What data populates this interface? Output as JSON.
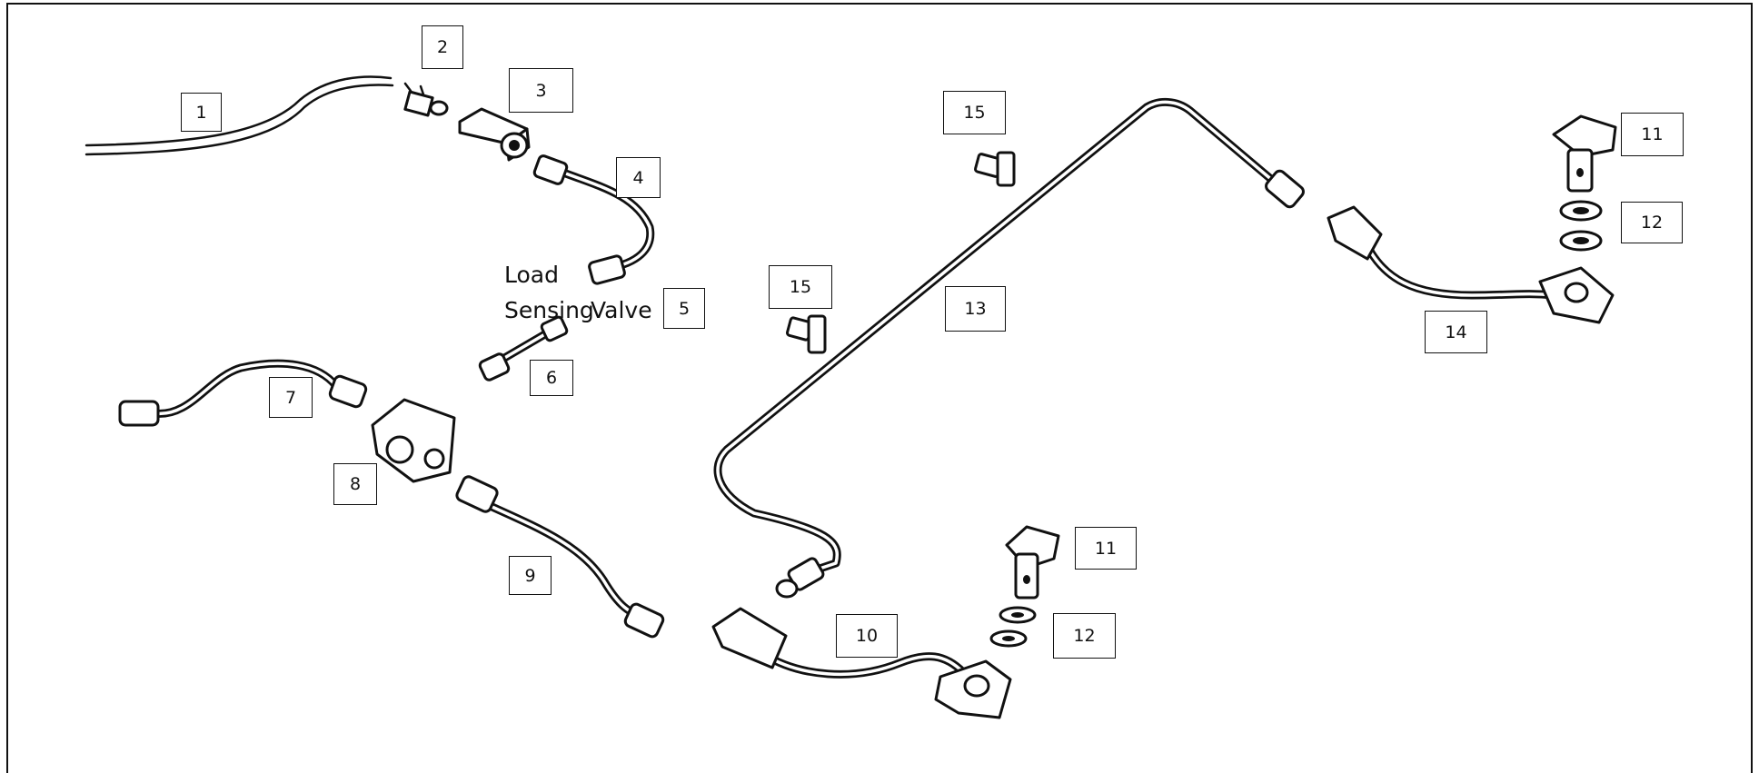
{
  "diagram": {
    "caption_line1": "Load",
    "caption_line2": "Sensing",
    "caption_line3": "Valve",
    "labels": [
      "1",
      "2",
      "3",
      "4",
      "5",
      "6",
      "7",
      "8",
      "9",
      "10",
      "11",
      "11",
      "12",
      "12",
      "13",
      "14",
      "15",
      "15"
    ]
  }
}
